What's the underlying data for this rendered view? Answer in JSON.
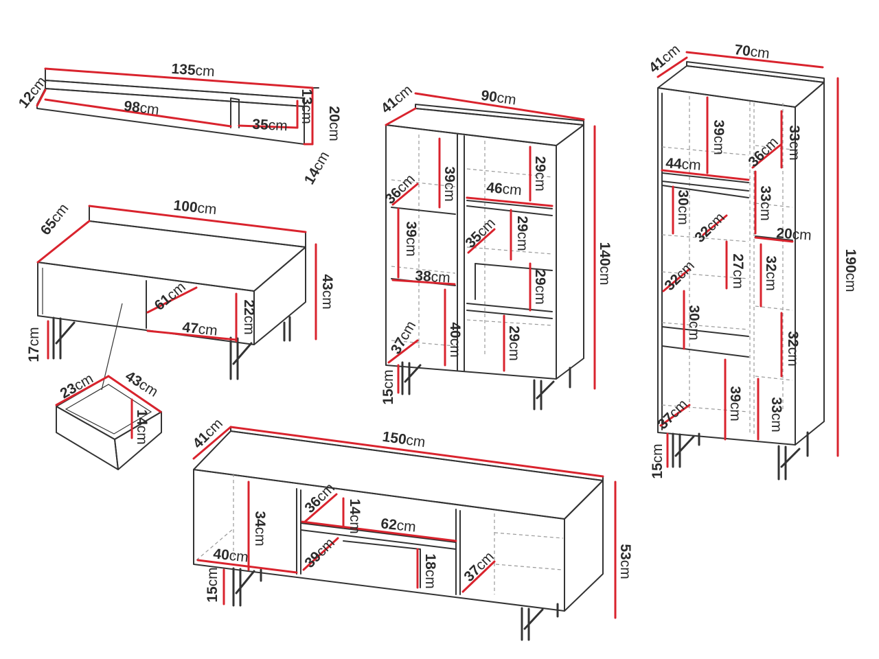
{
  "colors": {
    "outline": "#333333",
    "dimension_line": "#d9232d",
    "hidden_edge": "#999999",
    "background": "#ffffff"
  },
  "unit": "cm",
  "wall_shelf": {
    "width": "135",
    "depth": "12",
    "inner_width": "98",
    "compartment_width": "35",
    "compartment_height": "13",
    "total_height": "20",
    "shelf_depth": "14"
  },
  "coffee_table": {
    "width": "100",
    "depth": "65",
    "height": "43",
    "leg_height": "17",
    "drawer_diagonal": "61",
    "drawer_width": "47",
    "drawer_height": "22",
    "drawer_detail": {
      "depth": "23",
      "width": "43",
      "height": "14"
    }
  },
  "cabinet_90": {
    "width": "90",
    "depth": "41",
    "height": "140",
    "leg_height": "15",
    "left_upper_height": "39",
    "left_upper_diag": "36",
    "left_mid_height": "39",
    "left_shelf_width": "38",
    "left_lower_diag": "37",
    "left_lower_height": "40",
    "right_top_height": "29",
    "right_shelf_width": "46",
    "right_diag": "35",
    "right_mid_height": "29",
    "right_third_height": "29",
    "right_bottom_height": "29"
  },
  "cabinet_70": {
    "width": "70",
    "depth": "41",
    "height": "190",
    "leg_height": "15",
    "top_left_height": "39",
    "top_right_height": "33",
    "top_right_diag": "36",
    "shelf_width": "44",
    "left_second_height": "30",
    "right_second_height": "33",
    "diag_32_a": "32",
    "right_shelf_width": "20",
    "center_height": "27",
    "right_third_height": "32",
    "diag_32_b": "32",
    "left_third_height": "30",
    "right_fourth_height": "32",
    "bottom_center_height": "39",
    "bottom_right_height": "33",
    "bottom_diag": "37"
  },
  "tv_stand": {
    "width": "150",
    "depth": "41",
    "height": "53",
    "leg_height": "15",
    "left_height": "34",
    "left_width": "40",
    "middle_top_diag": "36",
    "middle_top_height": "14",
    "middle_width": "62",
    "middle_lower_diag": "39",
    "middle_lower_height": "18",
    "right_diag": "37"
  }
}
